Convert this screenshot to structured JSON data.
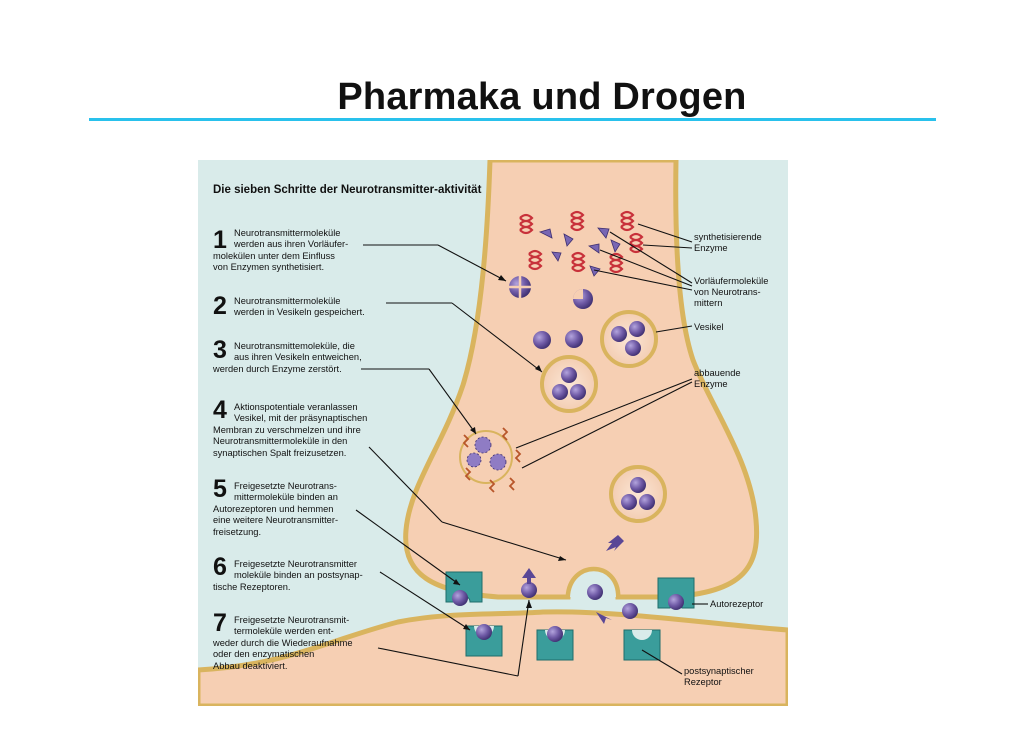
{
  "title": "Pharmaka und Drogen",
  "figure": {
    "heading": "Die sieben Schritte der Neurotransmitter-aktivität",
    "steps": [
      {
        "num": "1",
        "lines": [
          "Neurotransmittermoleküle",
          "werden aus ihren Vorläufer-",
          "molekülen unter dem Einfluss",
          "von Enzymen synthetisiert."
        ]
      },
      {
        "num": "2",
        "lines": [
          "Neurotransmittermoleküle",
          "werden in Vesikeln gespeichert."
        ]
      },
      {
        "num": "3",
        "lines": [
          "Neurotransmittemoleküle, die",
          "aus ihren Vesikeln entweichen,",
          "werden durch Enzyme zerstört."
        ]
      },
      {
        "num": "4",
        "lines": [
          "Aktionspotentiale veranlassen",
          "Vesikel, mit der präsynaptischen",
          "Membran zu verschmelzen und ihre",
          "Neurotransmittermoleküle in den",
          "synaptischen Spalt freizusetzen."
        ]
      },
      {
        "num": "5",
        "lines": [
          "Freigesetzte Neurotrans-",
          "mittermoleküle binden an",
          "Autorezeptoren und hemmen",
          "eine weitere Neurotransmitter-",
          "freisetzung."
        ]
      },
      {
        "num": "6",
        "lines": [
          "Freigesetzte Neurotransmitter",
          "moleküle binden an postsynap-",
          "tische Rezeptoren."
        ]
      },
      {
        "num": "7",
        "lines": [
          "Freigesetzte Neurotransmit-",
          "termoleküle werden ent-",
          "weder durch die Wiederaufnahme",
          "oder den enzymatischen",
          "Abbau deaktiviert."
        ]
      }
    ],
    "labels": {
      "synth_enzymes": [
        "synthetisierende",
        "Enzyme"
      ],
      "precursors": [
        "Vorläufermoleküle",
        "von Neurotrans-",
        "mittern"
      ],
      "vesicle": [
        "Vesikel"
      ],
      "degrading_enzymes": [
        "abbauende",
        "Enzyme"
      ],
      "autoreceptor": [
        "Autorezeptor"
      ],
      "postsynaptic_receptor": [
        "postsynaptischer",
        "Rezeptor"
      ]
    }
  },
  "colors": {
    "title_rule": "#29c1ec",
    "figure_bg": "#d9ebea",
    "neuron_fill": "#f6cfb3",
    "neuron_outline": "#d9b45e",
    "molecule": "#6f5aa6",
    "enzyme": "#c8313a",
    "receptor": "#3a9d9b"
  }
}
